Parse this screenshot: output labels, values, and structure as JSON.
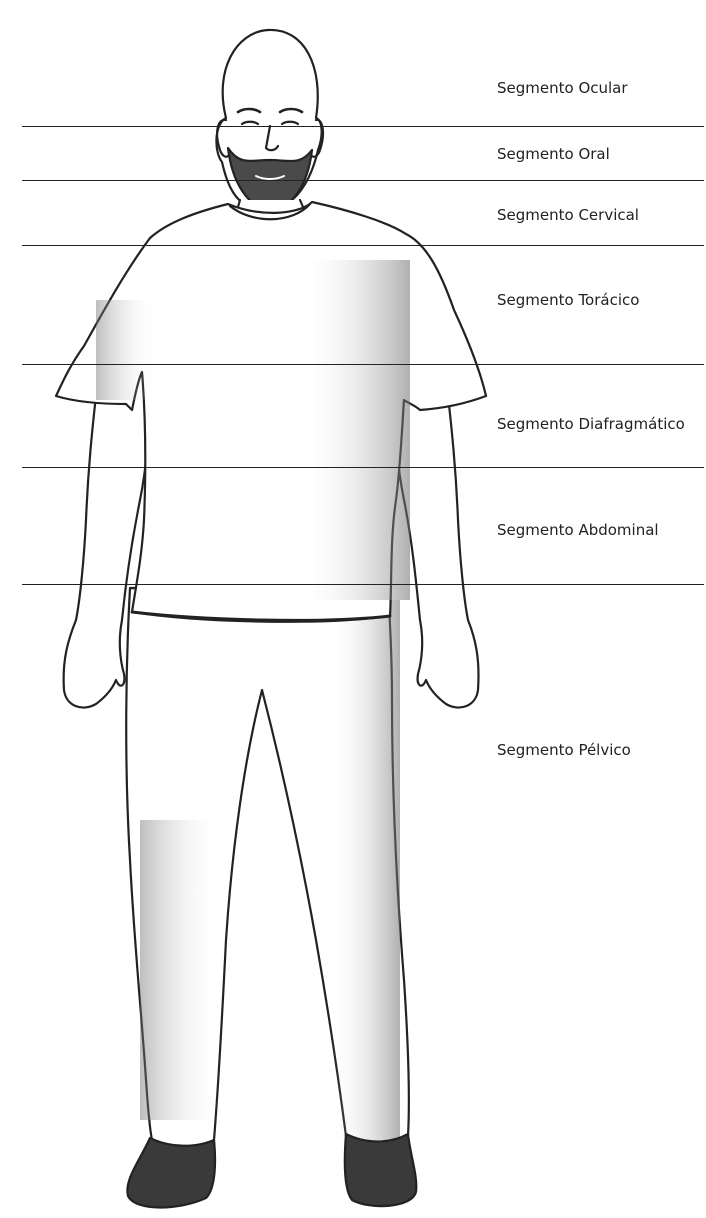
{
  "segments": [
    {
      "id": "ocular",
      "label": "Segmento Ocular"
    },
    {
      "id": "oral",
      "label": "Segmento Oral"
    },
    {
      "id": "cervical",
      "label": "Segmento Cervical"
    },
    {
      "id": "toracico",
      "label": "Segmento Torácico"
    },
    {
      "id": "diafragmatico",
      "label": "Segmento Diafragmático"
    },
    {
      "id": "abdominal",
      "label": "Segmento Abdominal"
    },
    {
      "id": "pelvico",
      "label": "Segmento Pélvico"
    }
  ],
  "colors": {
    "line": "#222222",
    "text": "#222222",
    "shading": "#7a7a7a",
    "shoe": "#3a3a3a"
  }
}
